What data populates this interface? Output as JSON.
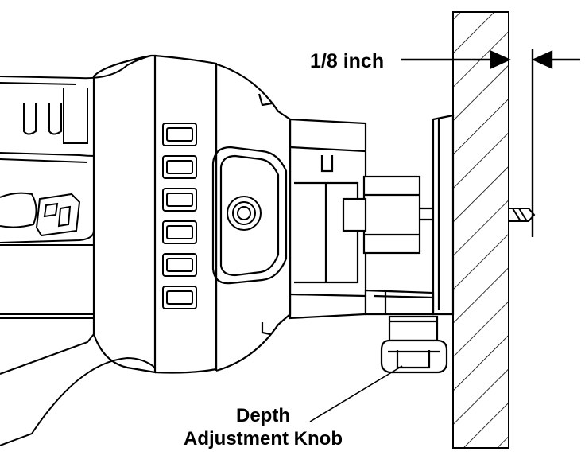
{
  "labels": {
    "depth_dimension": "1/8 inch",
    "knob_line1": "Depth",
    "knob_line2": "Adjustment Knob"
  }
}
